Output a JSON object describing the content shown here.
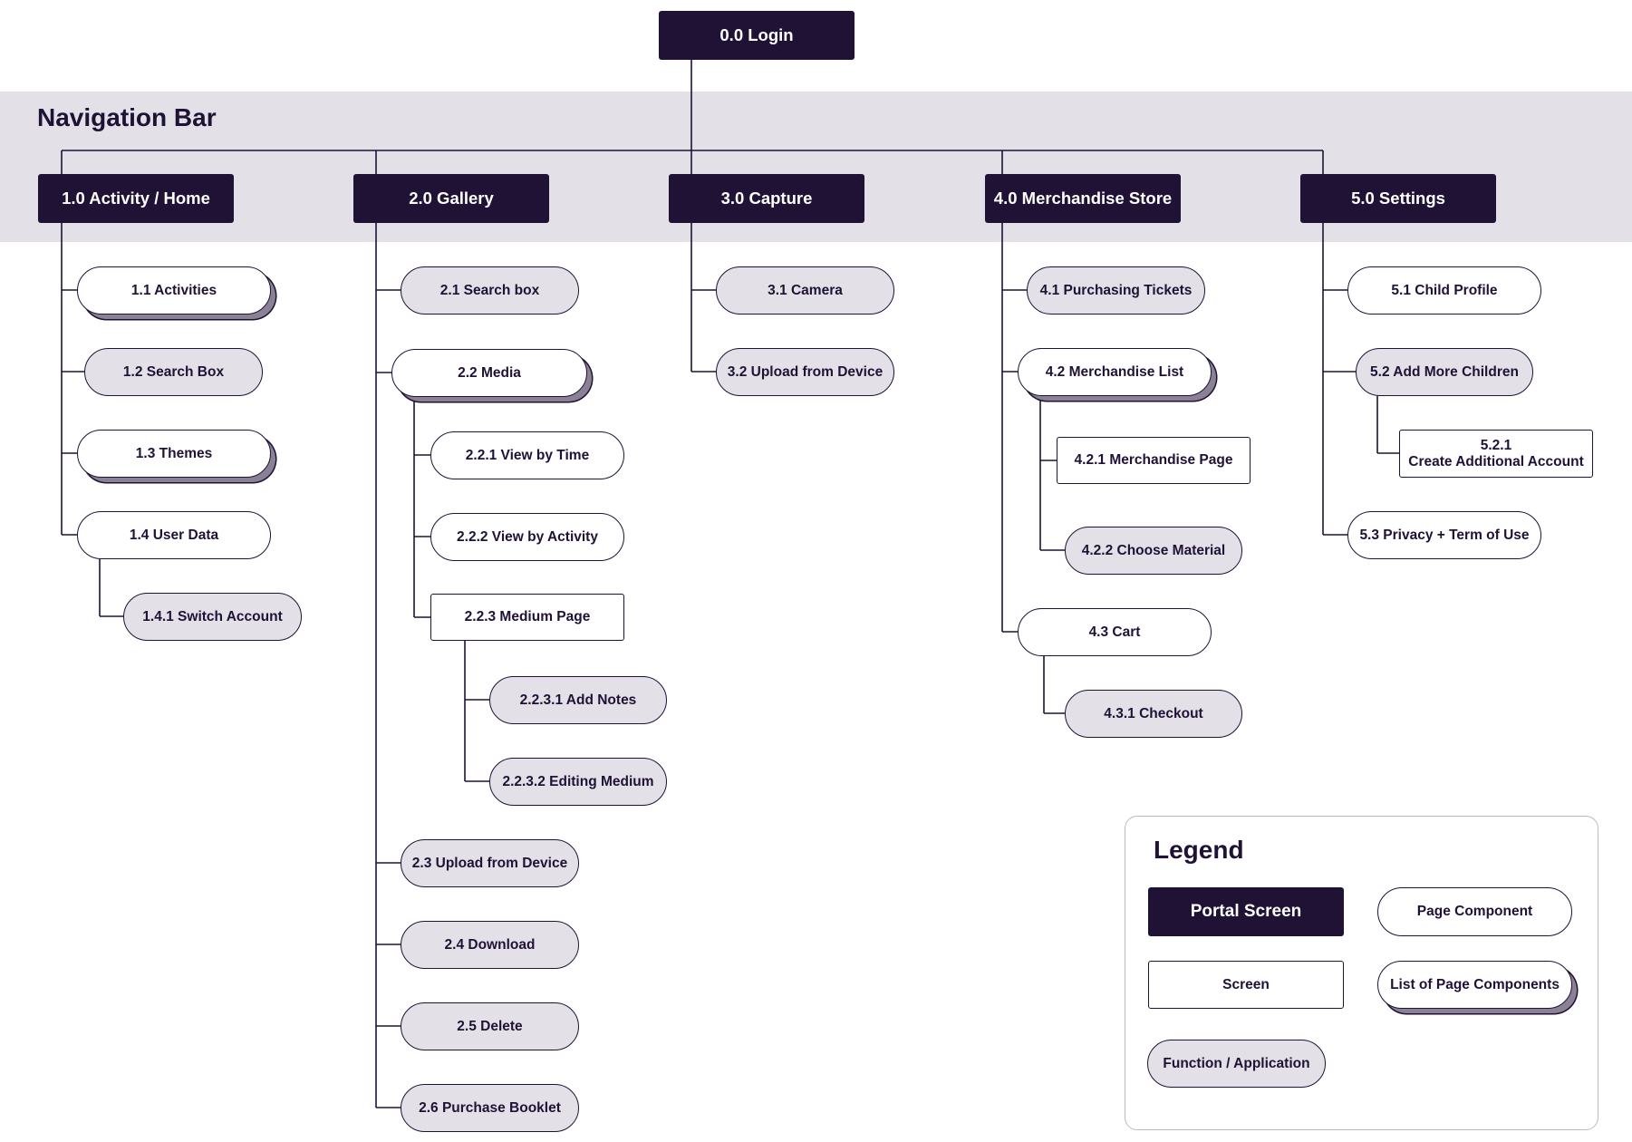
{
  "diagram": {
    "nav_bar_title": "Navigation Bar",
    "legend_title": "Legend",
    "colors": {
      "dark": "#1f1235",
      "light": "#e3e1e7",
      "shadow": "#8a8294",
      "line": "#1f1235"
    },
    "nodes": {
      "login": "0.0 Login",
      "n1_0": "1.0 Activity / Home",
      "n2_0": "2.0 Gallery",
      "n3_0": "3.0 Capture",
      "n4_0": "4.0 Merchandise Store",
      "n5_0": "5.0 Settings",
      "n1_1": "1.1 Activities",
      "n1_2": "1.2 Search Box",
      "n1_3": "1.3 Themes",
      "n1_4": "1.4 User Data",
      "n1_4_1": "1.4.1 Switch Account",
      "n2_1": "2.1 Search box",
      "n2_2": "2.2 Media",
      "n2_2_1": "2.2.1 View by Time",
      "n2_2_2": "2.2.2 View by Activity",
      "n2_2_3": "2.2.3 Medium Page",
      "n2_2_3_1": "2.2.3.1 Add Notes",
      "n2_2_3_2": "2.2.3.2 Editing Medium",
      "n2_3": "2.3 Upload from Device",
      "n2_4": "2.4 Download",
      "n2_5": "2.5 Delete",
      "n2_6": "2.6 Purchase Booklet",
      "n3_1": "3.1 Camera",
      "n3_2": "3.2 Upload from Device",
      "n4_1": "4.1 Purchasing Tickets",
      "n4_2": "4.2 Merchandise List",
      "n4_2_1": "4.2.1 Merchandise Page",
      "n4_2_2": "4.2.2 Choose Material",
      "n4_3": "4.3 Cart",
      "n4_3_1": "4.3.1 Checkout",
      "n5_1": "5.1 Child Profile",
      "n5_2": "5.2 Add More Children",
      "n5_2_1_num": "5.2.1",
      "n5_2_1_name": "Create Additional Account",
      "n5_3": "5.3 Privacy + Term of Use"
    },
    "legend": {
      "portal": "Portal Screen",
      "page_component": "Page Component",
      "screen": "Screen",
      "list_components": "List of Page Components",
      "function": "Function / Application"
    }
  }
}
